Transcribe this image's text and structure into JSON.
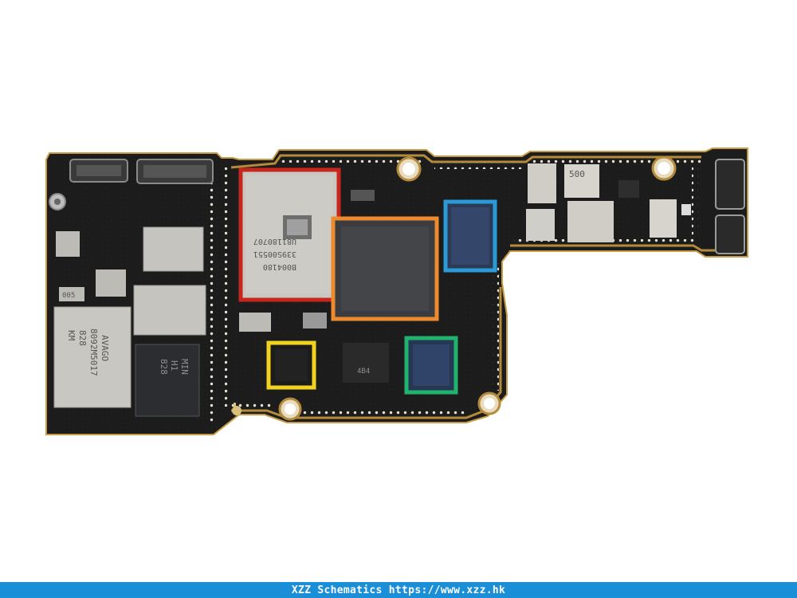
{
  "image": {
    "background": "#ffffff",
    "board_color": "#1b1b1b",
    "gold_trace_color": "#b48a3c",
    "via_color": "#e8e2d4"
  },
  "highlights": {
    "red": "#c8261d",
    "orange": "#ee8a2e",
    "blue": "#2a9bd6",
    "yellow": "#f1d31f",
    "green": "#1fb36d"
  },
  "chip_labels": {
    "memory_line1": "U81180707",
    "memory_line2": "339S00551",
    "memory_line3": "B004180",
    "rf_line1": "AVAGO",
    "rf_line2": "8092M5017",
    "rf_line3": "828",
    "rf_line4": "KM",
    "dark_line1": "H1",
    "dark_line2": "828",
    "dark_line3": "MIN",
    "module_label": "500",
    "bottom_code1": "4B4",
    "small_code": "005"
  },
  "footer": {
    "text": "XZZ Schematics https://www.xzz.hk",
    "bar_color": "#1a8fd8"
  }
}
